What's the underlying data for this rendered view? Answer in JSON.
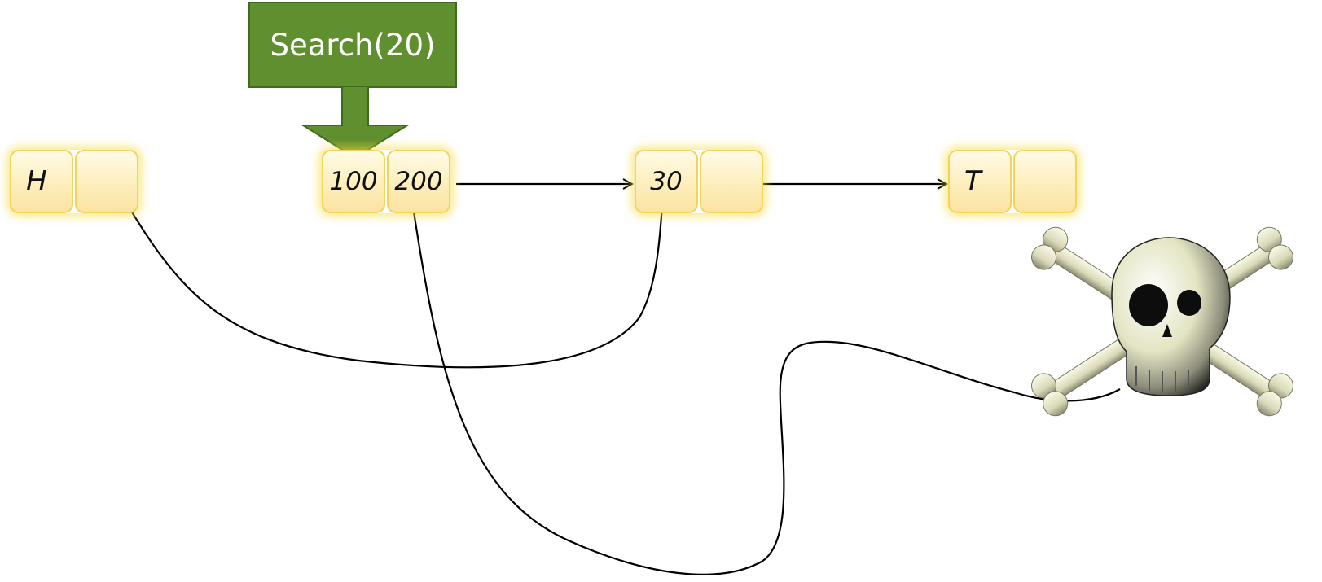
{
  "search_label": "Search(20)",
  "nodes": {
    "head": {
      "label": "H",
      "next": ""
    },
    "middle": {
      "value": "100",
      "next": "200"
    },
    "third": {
      "value": "30",
      "next": ""
    },
    "tail": {
      "label": "T",
      "next": ""
    }
  },
  "skull": {
    "icon": "skull-crossbones-icon"
  },
  "colors": {
    "arrow_green": "#5f8f2e",
    "arrow_green_border": "#3f6b1c",
    "cell_fill": "#fdeebc",
    "cell_glow": "#f5dc46",
    "line": "#000000"
  }
}
